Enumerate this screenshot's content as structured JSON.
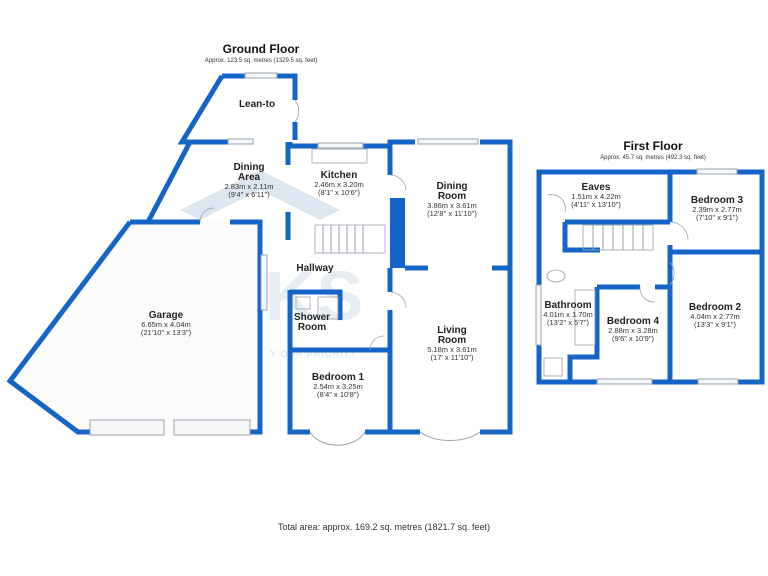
{
  "ground_floor": {
    "title": "Ground Floor",
    "area": "Approx. 123.5 sq. metres (1329.5 sq. feet)",
    "rooms": [
      {
        "name": "Lean-to",
        "name2": "",
        "dim_m": "",
        "dim_ft": ""
      },
      {
        "name": "Dining",
        "name2": "Area",
        "dim_m": "2.83m x 2.11m",
        "dim_ft": "(9'4\" x 6'11\")"
      },
      {
        "name": "Kitchen",
        "name2": "",
        "dim_m": "2.46m x 3.20m",
        "dim_ft": "(8'1\" x 10'6\")"
      },
      {
        "name": "Dining",
        "name2": "Room",
        "dim_m": "3.86m x 3.61m",
        "dim_ft": "(12'8\" x 11'10\")"
      },
      {
        "name": "Garage",
        "name2": "",
        "dim_m": "6.65m x 4.04m",
        "dim_ft": "(21'10\" x 13'3\")"
      },
      {
        "name": "Hallway",
        "name2": "",
        "dim_m": "",
        "dim_ft": ""
      },
      {
        "name": "Shower",
        "name2": "Room",
        "dim_m": "",
        "dim_ft": ""
      },
      {
        "name": "Bedroom 1",
        "name2": "",
        "dim_m": "2.54m x 3.25m",
        "dim_ft": "(8'4\" x 10'8\")"
      },
      {
        "name": "Living",
        "name2": "Room",
        "dim_m": "5.18m x 3.61m",
        "dim_ft": "(17' x 11'10\")"
      }
    ]
  },
  "first_floor": {
    "title": "First Floor",
    "area": "Approx. 45.7 sq. metres (492.3 sq. feet)",
    "rooms": [
      {
        "name": "Eaves",
        "name2": "",
        "dim_m": "1.51m x 4.22m",
        "dim_ft": "(4'11\" x 13'10\")"
      },
      {
        "name": "Bedroom 3",
        "name2": "",
        "dim_m": "2.39m x 2.77m",
        "dim_ft": "(7'10\" x 9'1\")"
      },
      {
        "name": "Bathroom",
        "name2": "",
        "dim_m": "4.01m x 1.70m",
        "dim_ft": "(13'2\" x 5'7\")"
      },
      {
        "name": "Bedroom 4",
        "name2": "",
        "dim_m": "2.88m x 3.28m",
        "dim_ft": "(9'6\" x 10'9\")"
      },
      {
        "name": "Bedroom 2",
        "name2": "",
        "dim_m": "4.04m x 2.77m",
        "dim_ft": "(13'3\" x 9'1\")"
      }
    ]
  },
  "total_area": "Total area: approx. 169.2 sq. metres (1821.7 sq. feet)",
  "watermark": {
    "logo": "KS",
    "tagline": "Y OUR PRIORITY"
  },
  "colors": {
    "wall": "#1565c8"
  }
}
